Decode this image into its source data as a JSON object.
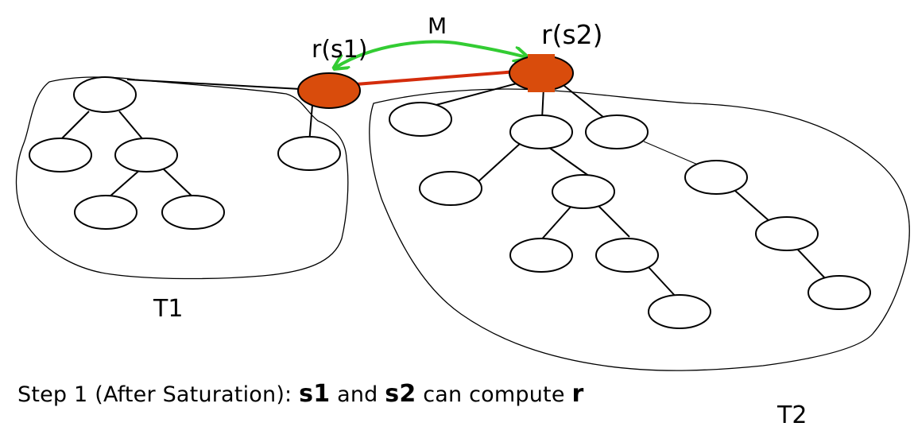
{
  "labels": {
    "r_s1": "r(s1)",
    "r_s2": "r(s2)",
    "message": "M",
    "tree1": "T1",
    "tree2": "T2"
  },
  "caption": {
    "prefix": "Step 1 (After  Saturation):",
    "s1": "s1",
    "and": "and",
    "s2": "s2",
    "middle": "can compute",
    "r": "r"
  },
  "colors": {
    "root_fill": "#d94c0c",
    "root_link": "#d42c0c",
    "message_arrow": "#33cc33",
    "line": "#000000"
  }
}
